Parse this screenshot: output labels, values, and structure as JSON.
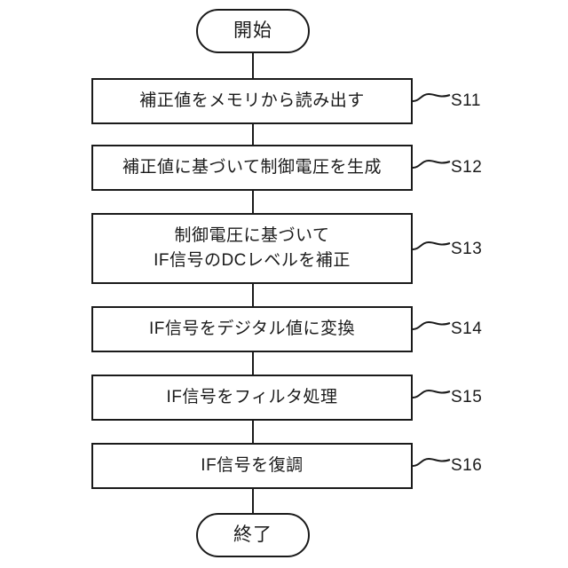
{
  "diagram": {
    "type": "flowchart",
    "orientation": "vertical",
    "language": "ja",
    "colors": {
      "stroke": "#1a1a1a",
      "fill": "#ffffff",
      "background": "#ffffff"
    },
    "start": {
      "label": "開始",
      "shape": "rounded-terminal"
    },
    "end": {
      "label": "終了",
      "shape": "rounded-terminal"
    },
    "steps": [
      {
        "id": "S11",
        "text": "補正値をメモリから読み出す",
        "lines": 1
      },
      {
        "id": "S12",
        "text": "補正値に基づいて制御電圧を生成",
        "lines": 1
      },
      {
        "id": "S13",
        "text": "制御電圧に基づいて\nIF信号のDCレベルを補正",
        "lines": 2
      },
      {
        "id": "S14",
        "text": "IF信号をデジタル値に変換",
        "lines": 1
      },
      {
        "id": "S15",
        "text": "IF信号をフィルタ処理",
        "lines": 1
      },
      {
        "id": "S16",
        "text": "IF信号を復調",
        "lines": 1
      }
    ]
  }
}
